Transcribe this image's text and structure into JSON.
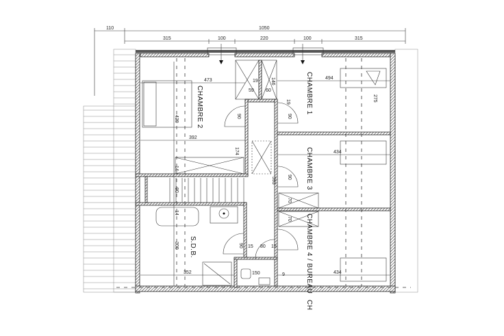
{
  "plan": {
    "rooms": {
      "chambre1": "CHAMBRE 1",
      "chambre2": "CHAMBRE 2",
      "chambre3": "CHAMBRE 3",
      "chambre4": "CHAMBRE 4 / BUREAU",
      "sdb": "S.D.B.",
      "partial": "CH"
    },
    "dimensions_top": {
      "overall_left": "110",
      "overall": "1050",
      "seg1": "315",
      "seg2": "100",
      "seg3": "220",
      "seg4": "100",
      "seg5": "315"
    },
    "dimensions": {
      "c2_width": "473",
      "c1_width": "494",
      "c2_depth": "429",
      "c2_lower": "392",
      "d174": "174",
      "d14a": "14",
      "d90_stair": "90",
      "corridor": "593",
      "c3_width": "434",
      "c4_width": "434",
      "sdb_depth": "300",
      "sdb_width": "352",
      "d14b": "14",
      "wc": "150",
      "c1_depth": "275",
      "d59": "59",
      "d60": "60",
      "d19a": "19",
      "d19b": "19",
      "d146": "146",
      "d9": "9",
      "door90a": "90",
      "door90b": "90",
      "door90c": "90",
      "door90d": "90",
      "d70a": "70",
      "d70b": "70",
      "d80": "80",
      "d15a": "15",
      "d15b": "15"
    }
  }
}
